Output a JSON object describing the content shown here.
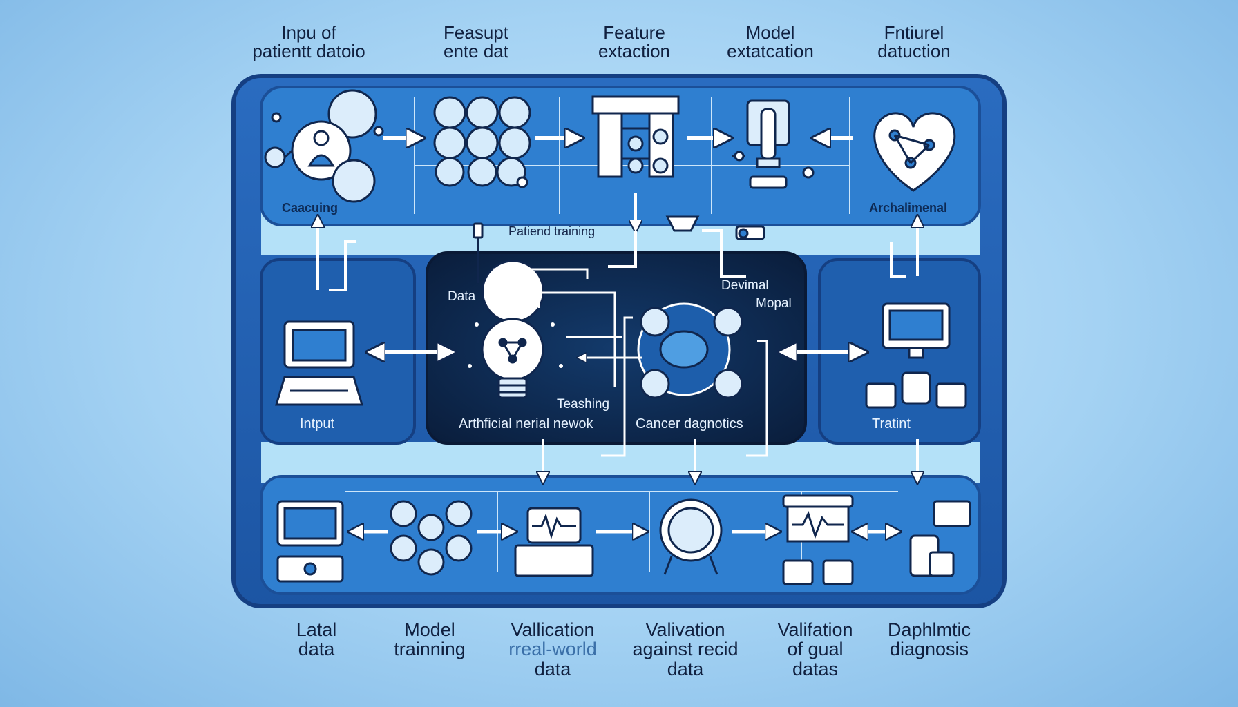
{
  "top_labels": [
    {
      "l1": "Inpu of",
      "l2": "patientt datoio"
    },
    {
      "l1": "Feasupt",
      "l2": "ente dat"
    },
    {
      "l1": "Feature",
      "l2": "extaction"
    },
    {
      "l1": "Model",
      "l2": "extatcation"
    },
    {
      "l1": "Fntiurel",
      "l2": "datuction"
    }
  ],
  "bottom_labels": [
    {
      "l1": "Latal",
      "l2": "data",
      "l3": ""
    },
    {
      "l1": "Model",
      "l2": "trainning",
      "l3": ""
    },
    {
      "l1": "Vallication",
      "l2": "rreal-world",
      "l3": "data"
    },
    {
      "l1": "Valivation",
      "l2": "against recid",
      "l3": "data"
    },
    {
      "l1": "Valifation",
      "l2": "of gual",
      "l3": "datas"
    },
    {
      "l1": "Daphlmtic",
      "l2": "diagnosis",
      "l3": ""
    }
  ],
  "inner_labels": {
    "caacuing": "Caacuing",
    "archalimenal": "Archalimenal",
    "patiend_training": "Patiend training",
    "data": "Data",
    "devimal": "Devimal",
    "mopal": "Mopal",
    "intput": "Intput",
    "teashing": "Teashing",
    "ann": "Arthficial nerial newok",
    "cancer": "Cancer dagnotics",
    "tratint": "Tratint"
  },
  "colors": {
    "frame": "#1f5fae",
    "frame_dark": "#163f86",
    "center": "#0d2347",
    "panel": "#2a78c8",
    "light_band": "#a9d9f6",
    "icon_fill": "#ffffff",
    "icon_stroke": "#10264d"
  }
}
